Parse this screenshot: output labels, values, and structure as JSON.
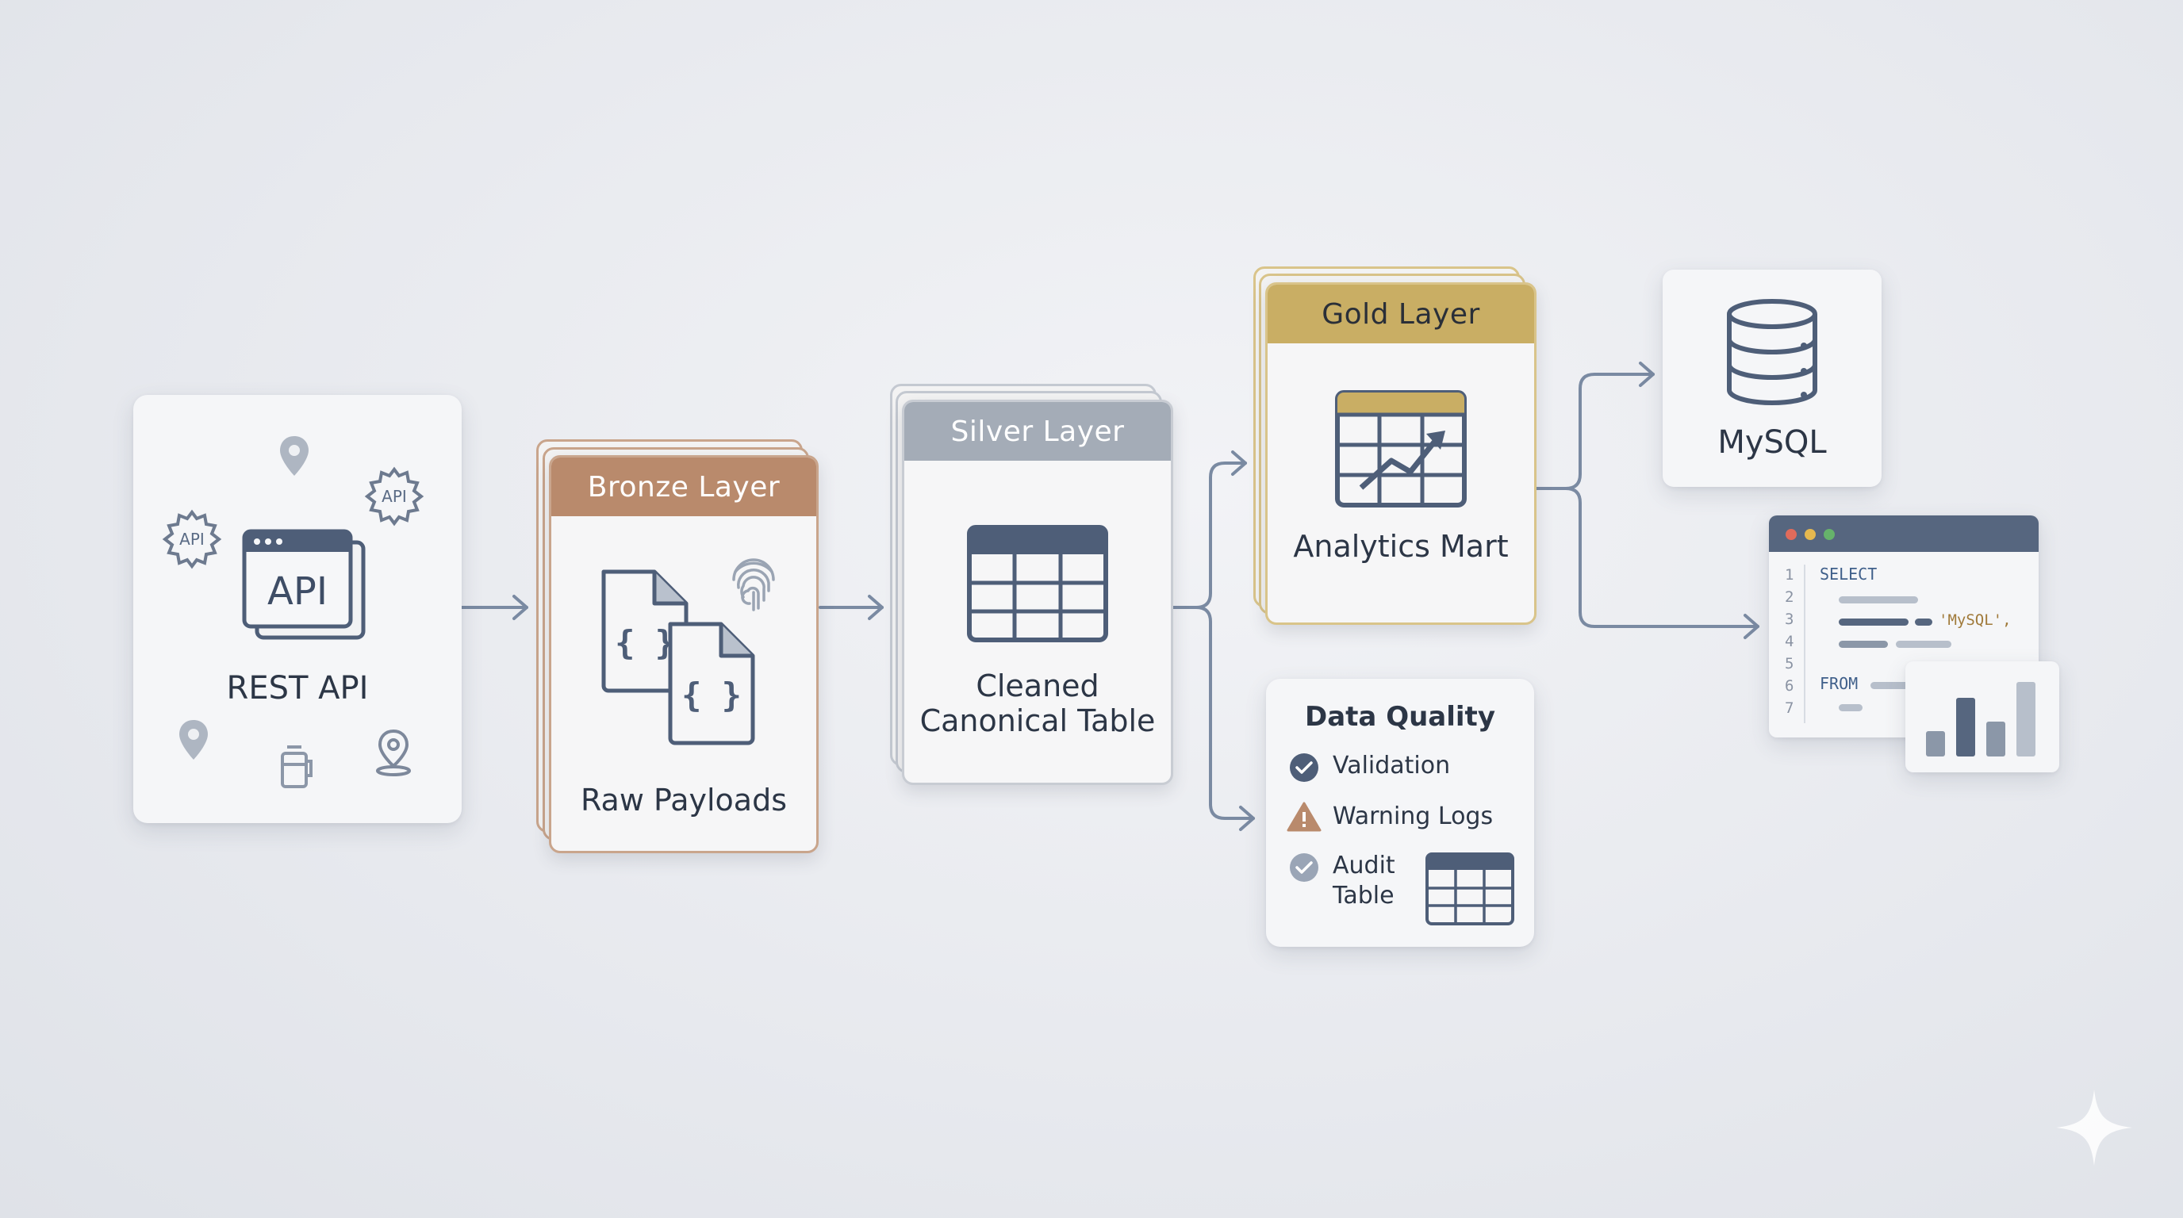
{
  "source": {
    "title": "REST API",
    "icon_text": "API",
    "gear_text_left": "API",
    "gear_text_right": "API"
  },
  "bronze": {
    "header": "Bronze Layer",
    "label": "Raw Payloads",
    "header_color": "#b98a6c",
    "braces": "{ }"
  },
  "silver": {
    "header": "Silver Layer",
    "label_line1": "Cleaned",
    "label_line2": "Canonical Table",
    "header_color": "#a4acb7"
  },
  "gold": {
    "header": "Gold Layer",
    "label": "Analytics Mart",
    "header_color": "#c9ae64"
  },
  "quality": {
    "title": "Data Quality",
    "items": [
      {
        "label": "Validation",
        "icon": "check-circle-icon"
      },
      {
        "label": "Warning Logs",
        "icon": "warning-icon"
      },
      {
        "label_line1": "Audit",
        "label_line2": "Table",
        "icon": "check-circle-icon"
      }
    ]
  },
  "mysql": {
    "label": "MySQL"
  },
  "sql_editor": {
    "line_numbers": [
      "1",
      "2",
      "3",
      "4",
      "5",
      "6",
      "7"
    ],
    "keyword_select": "SELECT",
    "string_value": "'MySQL',",
    "keyword_from": "FROM"
  },
  "colors": {
    "accent_slate": "#5a6b85",
    "bronze": "#b98a6c",
    "silver": "#a4acb7",
    "gold": "#c9ae64",
    "arrow": "#7a8aa2"
  }
}
